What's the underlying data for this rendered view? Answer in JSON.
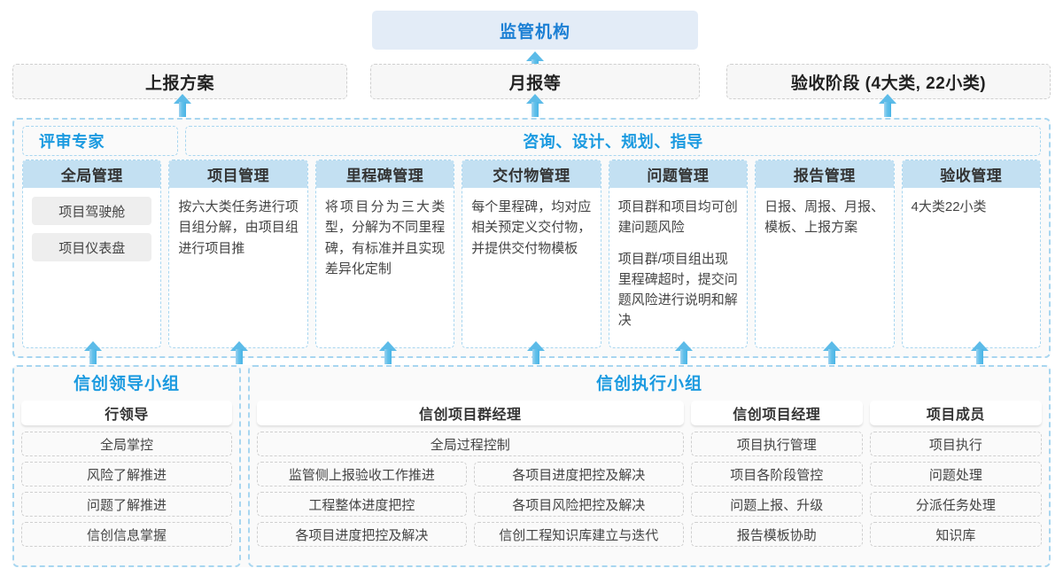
{
  "top": {
    "regulator": "监管机构",
    "reports": [
      {
        "label": "上报方案"
      },
      {
        "label": "月报等"
      },
      {
        "label": "验收阶段 (4大类, 22小类)"
      }
    ]
  },
  "middle": {
    "left_title": "评审专家",
    "right_title": "咨询、设计、规划、指导",
    "columns": [
      {
        "head": "全局管理",
        "chips": [
          "项目驾驶舱",
          "项目仪表盘"
        ],
        "paras": []
      },
      {
        "head": "项目管理",
        "chips": [],
        "paras": [
          "按六大类任务进行项目组分解，由项目组进行项目推"
        ]
      },
      {
        "head": "里程碑管理",
        "chips": [],
        "paras": [
          "将项目分为三大类型，分解为不同里程碑，有标准并且实现差异化定制"
        ]
      },
      {
        "head": "交付物管理",
        "chips": [],
        "paras": [
          "每个里程碑，均对应相关预定义交付物，并提供交付物模板"
        ]
      },
      {
        "head": "问题管理",
        "chips": [],
        "paras": [
          "项目群和项目均可创建问题风险",
          "项目群/项目组出现里程碑超时，提交问题风险进行说明和解决"
        ]
      },
      {
        "head": "报告管理",
        "chips": [],
        "paras": [
          "日报、周报、月报、模板、上报方案"
        ]
      },
      {
        "head": "验收管理",
        "chips": [],
        "paras": [
          "4大类22小类"
        ]
      }
    ]
  },
  "bottom": {
    "leader_group": {
      "title": "信创领导小组",
      "role": "行领导",
      "tasks": [
        "全局掌控",
        "风险了解推进",
        "问题了解推进",
        "信创信息掌握"
      ]
    },
    "exec_group": {
      "title": "信创执行小组",
      "program_manager": {
        "role": "信创项目群经理",
        "wide_task": "全局过程控制",
        "left_tasks": [
          "监管侧上报验收工作推进",
          "工程整体进度把控",
          "各项目进度把控及解决"
        ],
        "right_tasks": [
          "各项目进度把控及解决",
          "各项目风险把控及解决",
          "信创工程知识库建立与迭代"
        ]
      },
      "project_manager": {
        "role": "信创项目经理",
        "tasks": [
          "项目执行管理",
          "项目各阶段管控",
          "问题上报、升级",
          "报告模板协助"
        ]
      },
      "project_member": {
        "role": "项目成员",
        "tasks": [
          "项目执行",
          "问题处理",
          "分派任务处理",
          "知识库"
        ]
      }
    }
  },
  "colors": {
    "accent_blue": "#1b9ae0",
    "title_blue": "#1b7fd4",
    "header_fill": "#c3e0f2",
    "regulator_fill": "#e3ecf7",
    "dashed_blue": "#a8d6f0",
    "dashed_gray": "#cfcfcf",
    "chip_fill": "#eeeeee",
    "arrow_blue": "#5cbbe8"
  }
}
